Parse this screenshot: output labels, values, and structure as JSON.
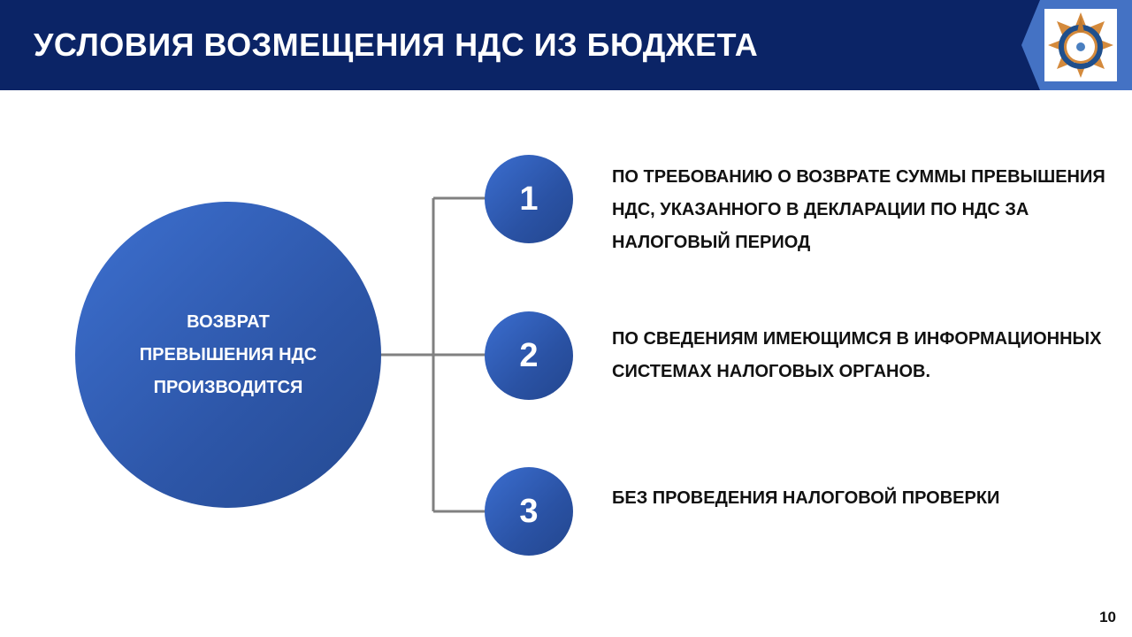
{
  "header": {
    "title": "УСЛОВИЯ ВОЗМЕЩЕНИЯ НДС ИЗ БЮДЖЕТА"
  },
  "center": {
    "text": "ВОЗВРАТ ПРЕВЫШЕНИЯ НДС ПРОИЗВОДИТСЯ"
  },
  "items": [
    {
      "number": "1",
      "text": "ПО ТРЕБОВАНИЮ О ВОЗВРАТЕ СУММЫ ПРЕВЫШЕНИЯ НДС, УКАЗАННОГО В ДЕКЛАРАЦИИ ПО НДС ЗА НАЛОГОВЫЙ ПЕРИОД"
    },
    {
      "number": "2",
      "text": "ПО СВЕДЕНИЯМ ИМЕЮЩИМСЯ В ИНФОРМАЦИОННЫХ СИСТЕМАХ НАЛОГОВЫХ ОРГАНОВ."
    },
    {
      "number": "3",
      "text": "БЕЗ ПРОВЕДЕНИЯ НАЛОГОВОЙ ПРОВЕРКИ"
    }
  ],
  "page_number": "10",
  "colors": {
    "header": "#0b2466",
    "accent": "#4472c4",
    "connector": "#808080"
  }
}
